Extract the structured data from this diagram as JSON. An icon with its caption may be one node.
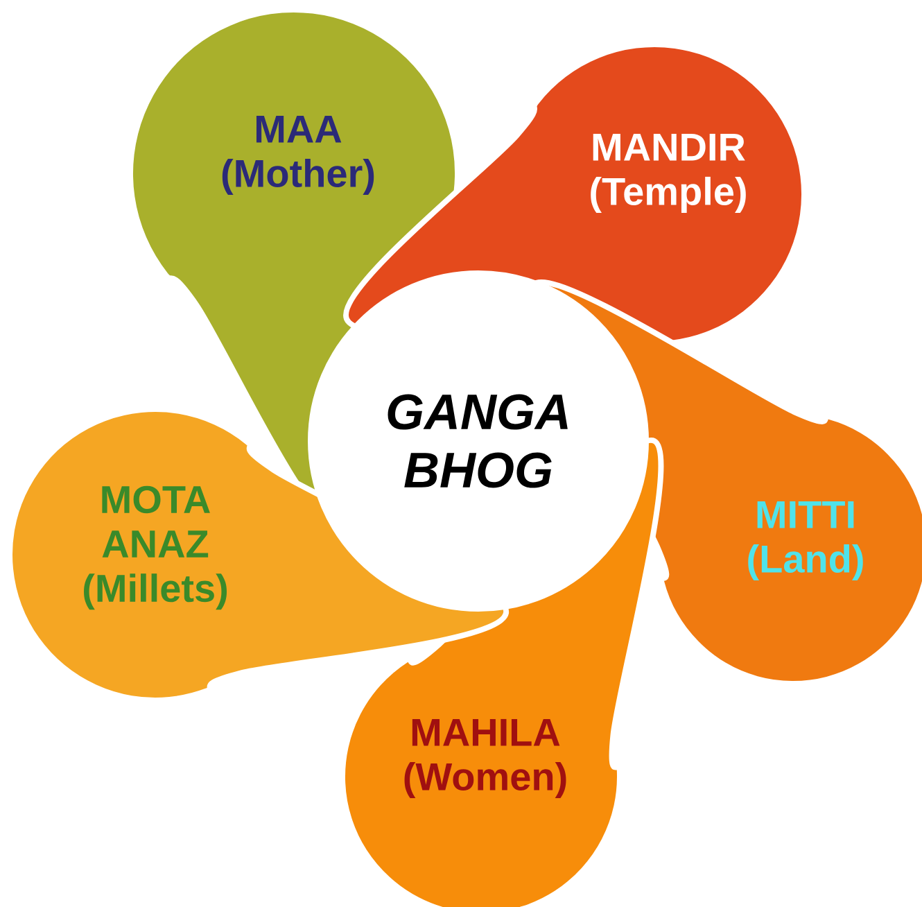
{
  "diagram": {
    "nodes": [
      {
        "text": [
          "GANGA BHOG"
        ]
      },
      {
        "text": [
          "MAA (Mother)"
        ]
      },
      {
        "text": [
          "MANDIR (Temple)"
        ]
      },
      {
        "text": [
          "MITTI (Land)"
        ]
      },
      {
        "text": [
          "MAHILA (Women)"
        ]
      },
      {
        "text": [
          "MOTA ANAZ (Millets)"
        ]
      }
    ]
  }
}
